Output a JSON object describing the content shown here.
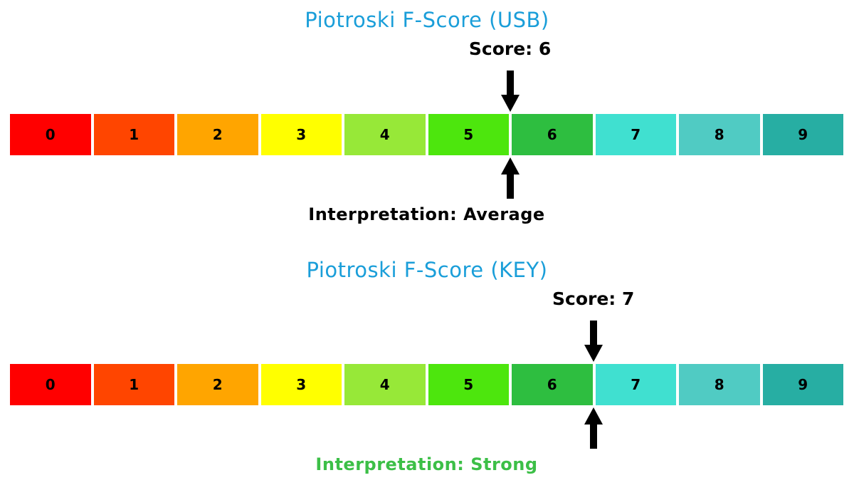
{
  "style": {
    "title_color": "#1A9ED9",
    "arrow_color": "#000000",
    "background": "#FFFFFF",
    "segment_gap_color": "#FFFFFF"
  },
  "chart_data": [
    {
      "type": "bar",
      "title": "Piotroski F-Score (USB)",
      "score": 6,
      "score_label": "Score: 6",
      "interpretation": "Interpretation: Average",
      "interpretation_color": "#000000",
      "range": [
        0,
        10
      ],
      "categories": [
        "0",
        "1",
        "2",
        "3",
        "4",
        "5",
        "6",
        "7",
        "8",
        "9"
      ],
      "colors": [
        "#FF0000",
        "#FF4500",
        "#FFA500",
        "#FFFF00",
        "#97E838",
        "#4DE60D",
        "#2EBE40",
        "#40E0D0",
        "#50CBC3",
        "#27AEA3"
      ],
      "legend": "none",
      "grid": false
    },
    {
      "type": "bar",
      "title": "Piotroski F-Score (KEY)",
      "score": 7,
      "score_label": "Score: 7",
      "interpretation": "Interpretation: Strong",
      "interpretation_color": "#3CBF47",
      "range": [
        0,
        10
      ],
      "categories": [
        "0",
        "1",
        "2",
        "3",
        "4",
        "5",
        "6",
        "7",
        "8",
        "9"
      ],
      "colors": [
        "#FF0000",
        "#FF4500",
        "#FFA500",
        "#FFFF00",
        "#97E838",
        "#4DE60D",
        "#2EBE40",
        "#40E0D0",
        "#50CBC3",
        "#27AEA3"
      ],
      "legend": "none",
      "grid": false
    }
  ]
}
